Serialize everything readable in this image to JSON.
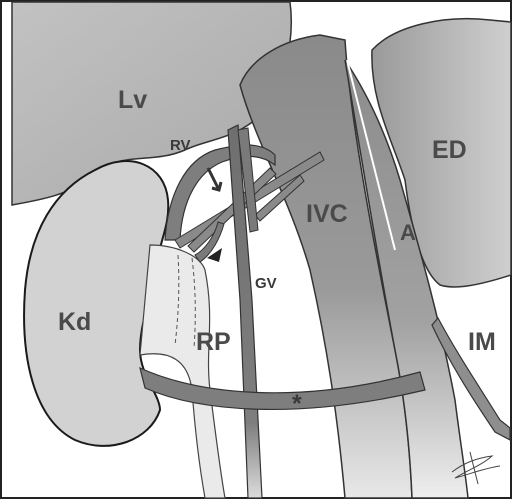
{
  "labels": {
    "liver": "Lv",
    "kidney": "Kd",
    "renal_vein": "RV",
    "gonadal_vein": "GV",
    "renal_pelvis": "RP",
    "inferior_vena_cava": "IVC",
    "aorta": "A",
    "duodenum": "ED",
    "inferior_mesenteric": "IM",
    "asterisk": "*"
  },
  "colors": {
    "organ_light": "#d3d3d3",
    "organ_mid": "#bdbdbd",
    "vessel_dark": "#7a7a7a",
    "vessel_mid": "#8c8c8c",
    "outline": "#1a1a1a"
  },
  "icons": {
    "arrow": "arrow-icon",
    "arrowhead": "arrowhead-icon",
    "signature": "signature-icon"
  }
}
